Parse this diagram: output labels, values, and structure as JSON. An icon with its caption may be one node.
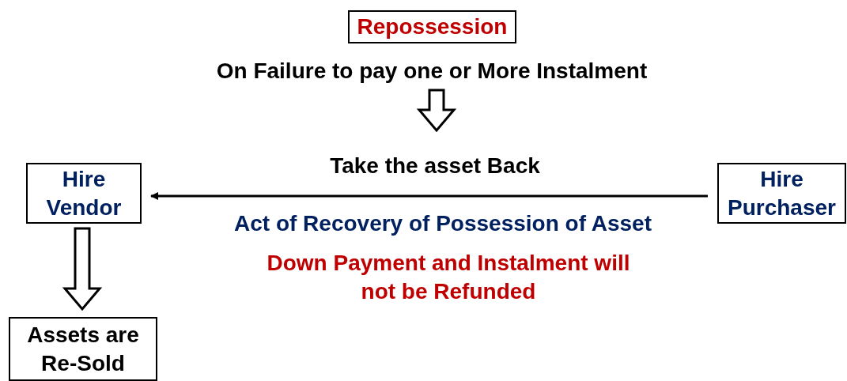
{
  "diagram": {
    "nodes": [
      {
        "text": [
          "Repossession"
        ]
      },
      {
        "text": [
          "On Failure to pay one or More Instalment"
        ]
      },
      {
        "text": [
          "Hire Vendor"
        ]
      },
      {
        "text": [
          "Hire Purchaser"
        ]
      },
      {
        "text": [
          "Assets are Re-Sold"
        ]
      }
    ],
    "edges": [
      {
        "from": 1,
        "to": null,
        "arrow": "to",
        "style": "thick"
      },
      {
        "from": 3,
        "to": 2,
        "arrow": "to",
        "label": "Take the asset Back"
      },
      {
        "from": 2,
        "to": 4,
        "arrow": "to",
        "style": "thick"
      }
    ],
    "labels": [
      "Act of Recovery of Possession of Asset",
      "Down Payment and Instalment will not be Refunded"
    ]
  }
}
